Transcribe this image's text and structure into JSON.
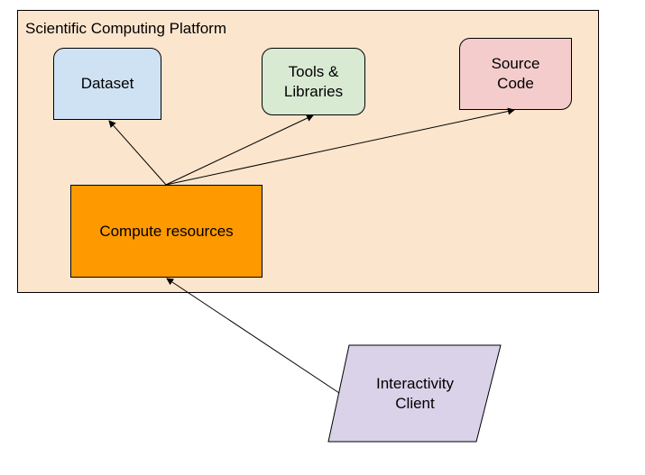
{
  "platform": {
    "title": "Scientific Computing Platform"
  },
  "nodes": {
    "dataset": "Dataset",
    "tools": "Tools & Libraries",
    "source": "Source Code",
    "compute": "Compute resources",
    "client": "Interactivity Client"
  },
  "colors": {
    "platform_fill": "#fce5cd",
    "dataset_fill": "#cfe2f3",
    "tools_fill": "#d9ead3",
    "source_fill": "#f4cccc",
    "compute_fill": "#ff9900",
    "client_fill": "#d9d2e9"
  }
}
